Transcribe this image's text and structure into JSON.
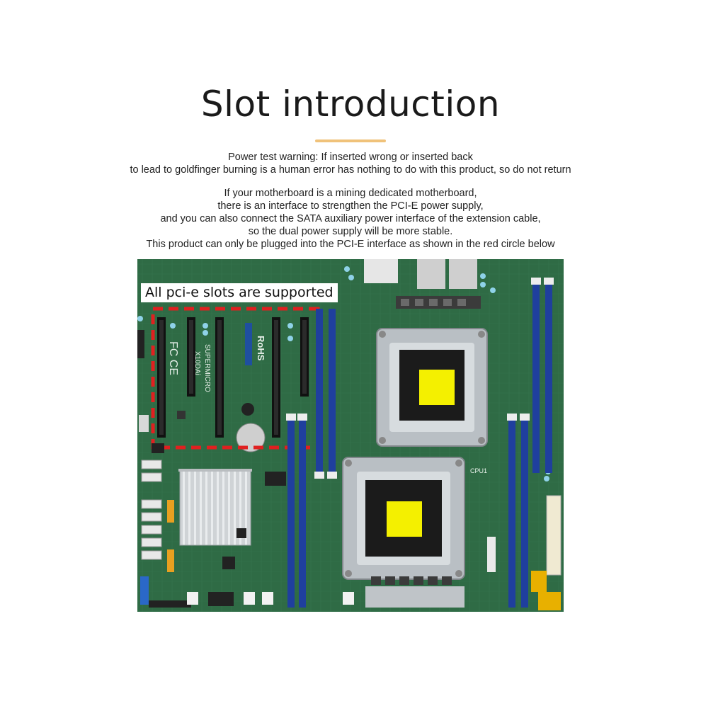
{
  "header": {
    "title": "Slot introduction",
    "accent_color": "#f0c27a"
  },
  "warning": {
    "lines": [
      "Power test warning: If inserted wrong or inserted back",
      "to lead to goldfinger burning is a human error has nothing to do with this product, so do not return"
    ]
  },
  "info": {
    "lines": [
      "If your motherboard is a mining dedicated motherboard,",
      "there is an interface to strengthen the PCI-E power supply,",
      "and you can also connect the SATA auxiliary power interface of the extension cable,",
      "so the dual power supply will be more stable.",
      "This product can only be plugged into the PCI-E interface as shown in the red circle below"
    ]
  },
  "image": {
    "callout": "All pci-e slots are supported",
    "highlight_color": "#e02020",
    "board_color": "#2f6b45",
    "socket_marker_color": "#f4f000",
    "silkscreen": {
      "brand": "SUPERMICRO",
      "model": "X10DAi",
      "rohs": "RoHS",
      "fcc": "FC",
      "ce": "CE",
      "cpu_label": "CPU1"
    }
  }
}
